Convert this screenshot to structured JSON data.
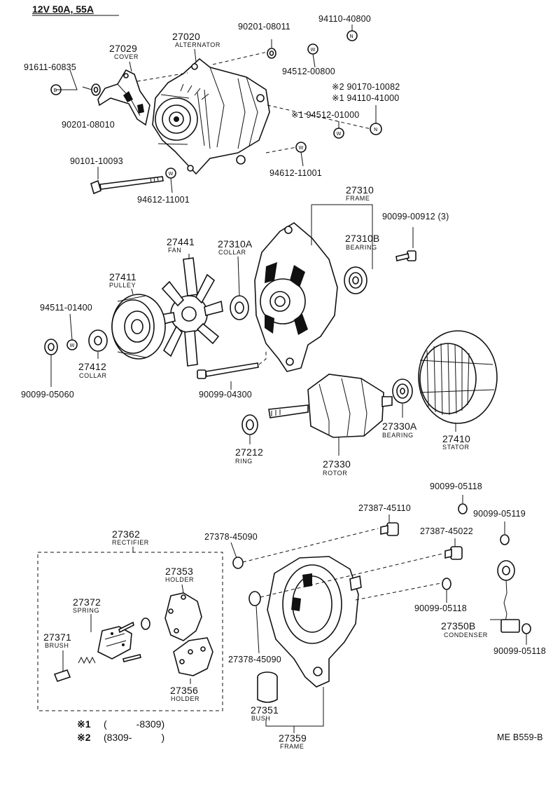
{
  "header": {
    "title": "12V 50A, 55A"
  },
  "footer": {
    "code": "ME B559-B"
  },
  "notes": [
    {
      "mark": "※1",
      "text": "(　　　-8309)"
    },
    {
      "mark": "※2",
      "text": "(8309-　　　)"
    }
  ],
  "parts": {
    "p27020": {
      "number": "27020",
      "name": "ALTERNATOR"
    },
    "p27029": {
      "number": "27029",
      "name": "COVER"
    },
    "p91611": {
      "number": "91611-60835"
    },
    "p90201a": {
      "number": "90201-08011"
    },
    "p94110a": {
      "number": "94110-40800"
    },
    "p94512a": {
      "number": "94512-00800"
    },
    "p90201b": {
      "number": "90201-08010"
    },
    "p90170": {
      "number": "※2 90170-10082"
    },
    "p94110b": {
      "number": "※1 94110-41000"
    },
    "p94512b": {
      "number": "※1 94512-01000"
    },
    "p90101": {
      "number": "90101-10093"
    },
    "p94612a": {
      "number": "94612-11001"
    },
    "p94612b": {
      "number": "94612-11001"
    },
    "p27310": {
      "number": "27310",
      "name": "FRAME"
    },
    "p90099a": {
      "number": "90099-00912 (3)"
    },
    "p27310b": {
      "number": "27310B",
      "name": "BEARING"
    },
    "p27441": {
      "number": "27441",
      "name": "FAN"
    },
    "p27310a": {
      "number": "27310A",
      "name": "COLLAR"
    },
    "p27411": {
      "number": "27411",
      "name": "PULLEY"
    },
    "p94511": {
      "number": "94511-01400"
    },
    "p27412": {
      "number": "27412",
      "name": "COLLAR"
    },
    "p90099b": {
      "number": "90099-05060"
    },
    "p90099c": {
      "number": "90099-04300"
    },
    "p27330a": {
      "number": "27330A",
      "name": "BEARING"
    },
    "p27410": {
      "number": "27410",
      "name": "STATOR"
    },
    "p27212": {
      "number": "27212",
      "name": "RING"
    },
    "p27330": {
      "number": "27330",
      "name": "ROTOR"
    },
    "p90099d": {
      "number": "90099-05118"
    },
    "p90099e": {
      "number": "90099-05119"
    },
    "p27387a": {
      "number": "27387-45110"
    },
    "p27387b": {
      "number": "27387-45022"
    },
    "p27362": {
      "number": "27362",
      "name": "RECTIFIER"
    },
    "p27378a": {
      "number": "27378-45090"
    },
    "p27353": {
      "number": "27353",
      "name": "HOLDER"
    },
    "p27372": {
      "number": "27372",
      "name": "SPRING"
    },
    "p90099f": {
      "number": "90099-05118"
    },
    "p27350b": {
      "number": "27350B",
      "name": "CONDENSER"
    },
    "p27371": {
      "number": "27371",
      "name": "BRUSH"
    },
    "p90099g": {
      "number": "90099-05118"
    },
    "p27378b": {
      "number": "27378-45090"
    },
    "p27356": {
      "number": "27356",
      "name": "HOLDER"
    },
    "p27351": {
      "number": "27351",
      "name": "BUSH"
    },
    "p27359": {
      "number": "27359",
      "name": "FRAME"
    }
  },
  "symbols": {
    "washer": "W",
    "nut": "N",
    "bolt": "B"
  },
  "colors": {
    "ink": "#111111",
    "paper": "#ffffff"
  }
}
